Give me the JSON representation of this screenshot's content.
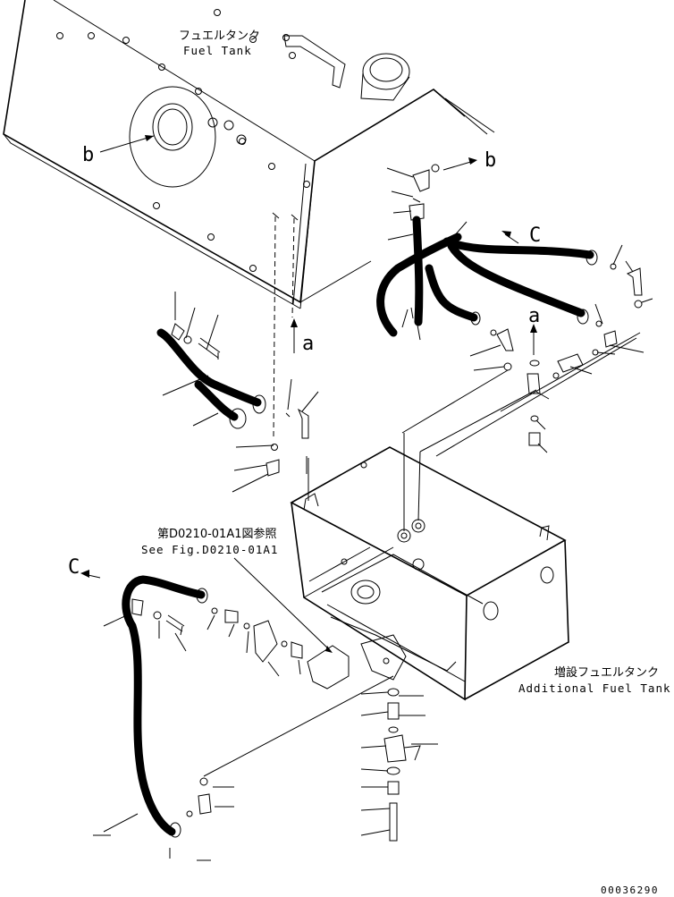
{
  "labels": {
    "fuel_tank_jp": "フュエルタンク",
    "fuel_tank_en": "Fuel Tank",
    "see_fig_jp": "第D0210-01A1図参照",
    "see_fig_en": "See Fig.D0210-01A1",
    "add_tank_jp": "増設フュエルタンク",
    "add_tank_en": "Additional Fuel Tank",
    "ref_b_left": "b",
    "ref_b_right": "b",
    "ref_a_upper": "a",
    "ref_a_lower": "a",
    "ref_c_right": "C",
    "ref_c_left": "C"
  },
  "drawing_number": "00036290"
}
